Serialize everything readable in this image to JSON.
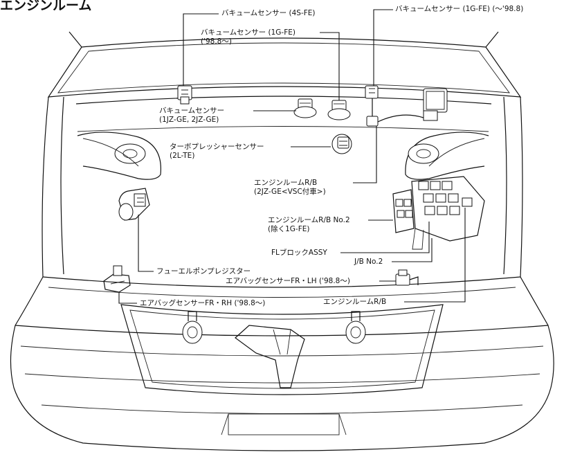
{
  "title": "エンジンルーム",
  "labels": {
    "vac_4sfe": "バキュームセンサー (4S-FE)",
    "vac_1gfe_old": "バキュームセンサー (1G-FE) (〜'98.8)",
    "vac_1gfe_new_1": "バキュームセンサー (1G-FE)",
    "vac_1gfe_new_2": "('98.8〜)",
    "vac_1jz_1": "バキュームセンサー",
    "vac_1jz_2": "(1JZ-GE,  2JZ-GE)",
    "turbo_1": "ターボプレッシャーセンサー",
    "turbo_2": "(2L-TE)",
    "rb_vsc_1": "エンジンルームR/B",
    "rb_vsc_2": "(2JZ-GE<VSC付車>)",
    "rb_no2_1": "エンジンルームR/B No.2",
    "rb_no2_2": "(除く1G-FE)",
    "fl_block": "FLブロックASSY",
    "jb_no2": "J/B No.2",
    "fuel_pump_resistor": "フューエルポンプレジスター",
    "airbag_lh": "エアバッグセンサーFR・LH ('98.8〜)",
    "airbag_rh": "エアバッグセンサーFR・RH ('98.8〜)",
    "rb_main": "エンジンルームR/B"
  }
}
